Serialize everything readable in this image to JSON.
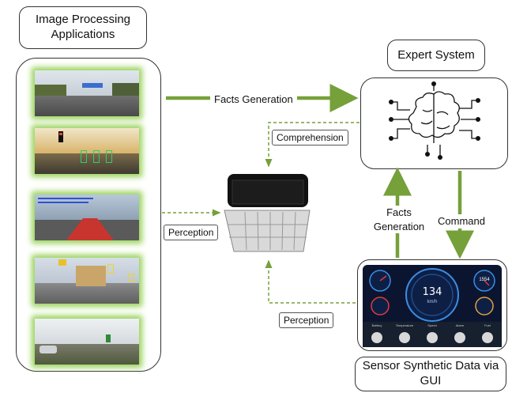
{
  "nodes": {
    "image_processing": "Image Processing Applications",
    "expert_system": "Expert System",
    "sensor_data": "Sensor Synthetic Data via GUI"
  },
  "edges": {
    "facts_generation_top": "Facts Generation",
    "comprehension": "Comprehension",
    "perception_left": "Perception",
    "perception_bottom": "Perception",
    "facts_generation_vertical": "Facts Generation",
    "command": "Command"
  },
  "gauge": {
    "speed": "134",
    "unit": "km/h",
    "right_top": "1554",
    "buttons": [
      "Battery",
      "Temperature",
      "Speed",
      "Alarm",
      "Fuel"
    ]
  },
  "colors": {
    "arrow_green": "#76a03a",
    "glow_green": "#9ad35c"
  },
  "icons": [
    "brain-circuit-icon",
    "dashboard-gauge-icon",
    "processing-unit-device-icon"
  ]
}
